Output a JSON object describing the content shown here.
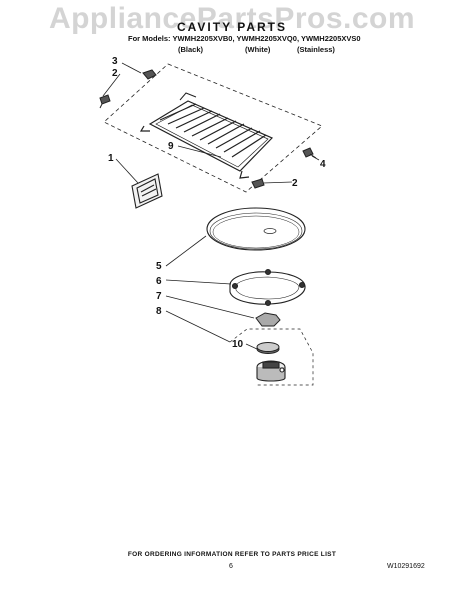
{
  "watermark": "AppliancePartsPros.com",
  "header": {
    "title": "CAVITY PARTS",
    "models_line": "For Models: YWMH2205XVB0, YWMH2205XVQ0, YWMH2205XVS0",
    "finishes": [
      "(Black)",
      "(White)",
      "(Stainless)"
    ]
  },
  "callouts": [
    "3",
    "2",
    "9",
    "4",
    "1",
    "2",
    "5",
    "6",
    "7",
    "8",
    "10"
  ],
  "footer": {
    "ordering_note": "FOR ORDERING INFORMATION REFER TO PARTS PRICE LIST",
    "page_number": "6",
    "document_number": "W10291692"
  }
}
